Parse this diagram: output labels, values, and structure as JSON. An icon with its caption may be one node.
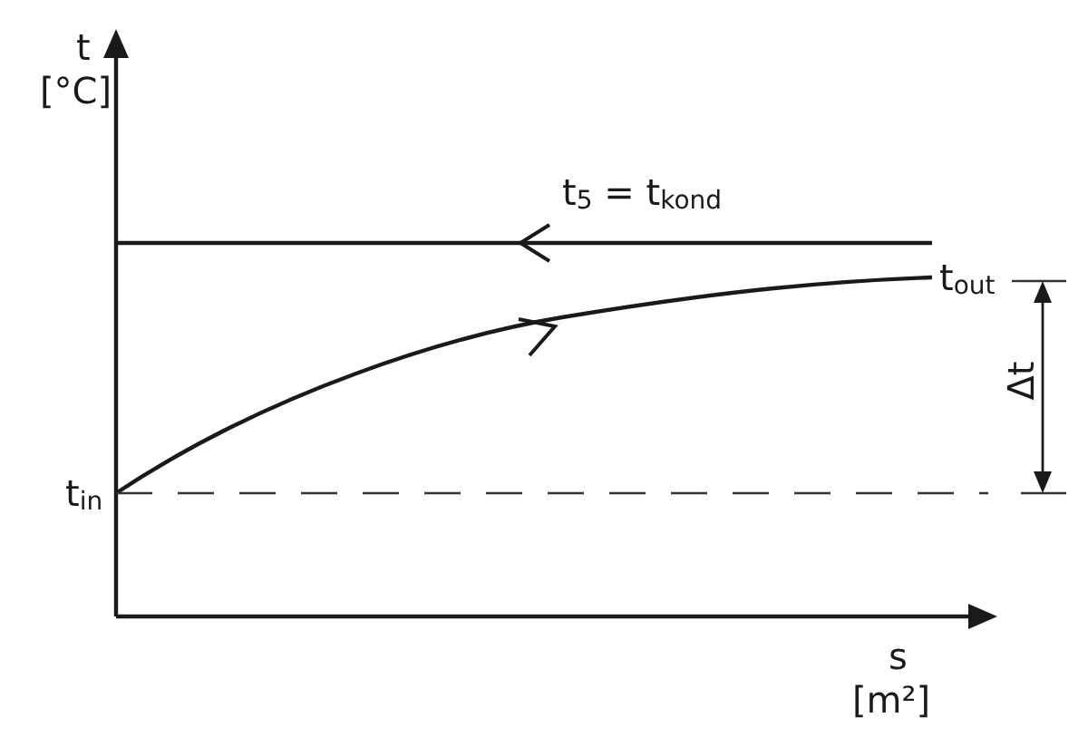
{
  "diagram": {
    "labels": [
      "t",
      "[°C]",
      "t$_{5}$ = t$_{kond}$",
      "t$_{out}$",
      "Δt",
      "t$_{in}$",
      "s",
      "[m²]"
    ]
  }
}
